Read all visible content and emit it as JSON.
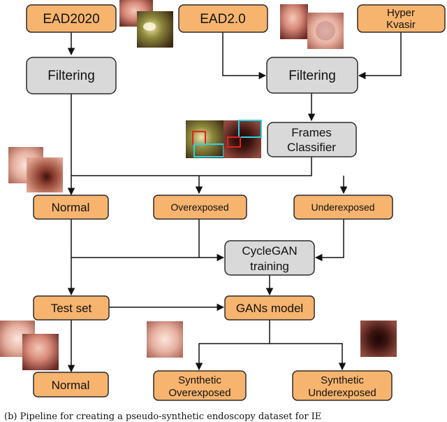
{
  "diagram": {
    "nodes": {
      "ead2020": "EAD2020",
      "ead2": "EAD2.0",
      "hyper_kvasir_line1": "Hyper",
      "hyper_kvasir_line2": "Kvasir",
      "filtering_left": "Filtering",
      "filtering_right": "Filtering",
      "frames_classifier_line1": "Frames",
      "frames_classifier_line2": "Classifier",
      "normal_top": "Normal",
      "overexposed": "Overexposed",
      "underexposed": "Underexposed",
      "cyclegan_line1": "CycleGAN",
      "cyclegan_line2": "training",
      "test_set": "Test set",
      "gans_model": "GANs model",
      "normal_bottom": "Normal",
      "synthetic_over_line1": "Synthetic",
      "synthetic_over_line2": "Overexposed",
      "synthetic_under_line1": "Synthetic",
      "synthetic_under_line2": "Underexposed"
    },
    "caption": "(b) Pipeline for creating a pseudo-synthetic endoscopy dataset for IE"
  },
  "colors": {
    "orange_fill": "#F6B46E",
    "gray_fill": "#D9D9D9",
    "box_stroke": "#2b2b2b",
    "arrow": "#111111",
    "highlight_red": "#e0241c",
    "highlight_cyan": "#2ad3e6"
  }
}
